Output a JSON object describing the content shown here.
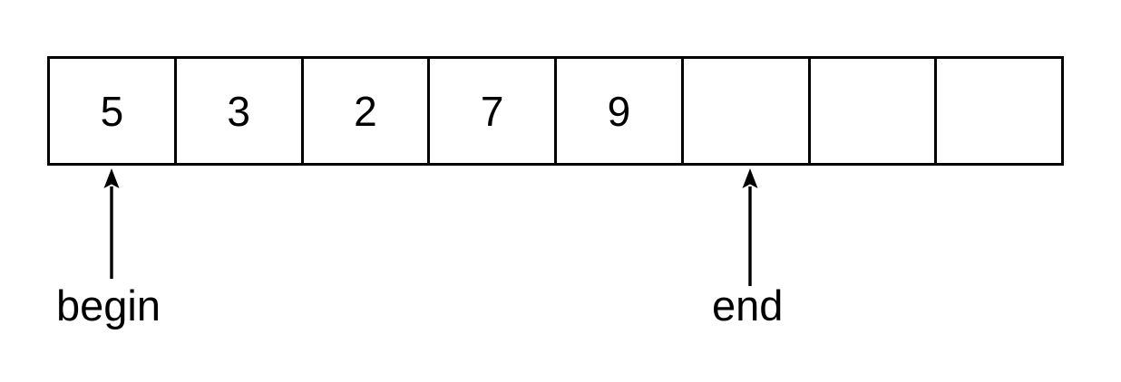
{
  "diagram": {
    "title": "array-with-begin-end-iterators",
    "colors": {
      "stroke": "#000000",
      "background": "#ffffff",
      "text": "#000000"
    },
    "array": {
      "capacity": 8,
      "size": 5,
      "cells": [
        {
          "index": 0,
          "value": "5",
          "filled": true
        },
        {
          "index": 1,
          "value": "3",
          "filled": true
        },
        {
          "index": 2,
          "value": "2",
          "filled": true
        },
        {
          "index": 3,
          "value": "7",
          "filled": true
        },
        {
          "index": 4,
          "value": "9",
          "filled": true
        },
        {
          "index": 5,
          "value": "",
          "filled": false
        },
        {
          "index": 6,
          "value": "",
          "filled": false
        },
        {
          "index": 7,
          "value": "",
          "filled": false
        }
      ]
    },
    "pointers": [
      {
        "id": "begin",
        "label": "begin",
        "target_index": 0,
        "icon": "up-arrow-icon"
      },
      {
        "id": "end",
        "label": "end",
        "target_index": 5,
        "icon": "up-arrow-icon"
      }
    ]
  }
}
